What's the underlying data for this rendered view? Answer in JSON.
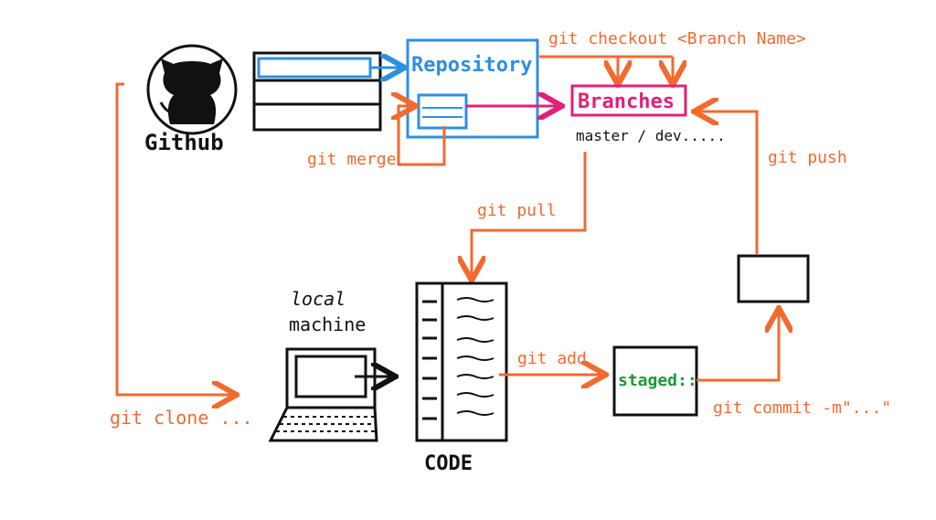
{
  "diagram": {
    "github_label": "Github",
    "repository_label": "Repository",
    "branches_label": "Branches",
    "branches_sub": "master / dev.....",
    "local_machine_label_1": "local",
    "local_machine_label_2": "machine",
    "code_label": "CODE",
    "staged_label": "staged::"
  },
  "edges": {
    "checkout": "git checkout <Branch Name>",
    "merge": "git merge",
    "pull": "git pull",
    "push": "git push",
    "clone": "git clone ...",
    "add": "git add",
    "commit": "git commit -m\"...\""
  },
  "colors": {
    "orange": "#F26A2E",
    "blue": "#2F8FE0",
    "magenta": "#E0207A",
    "green": "#1A9A3A",
    "black": "#111111"
  }
}
